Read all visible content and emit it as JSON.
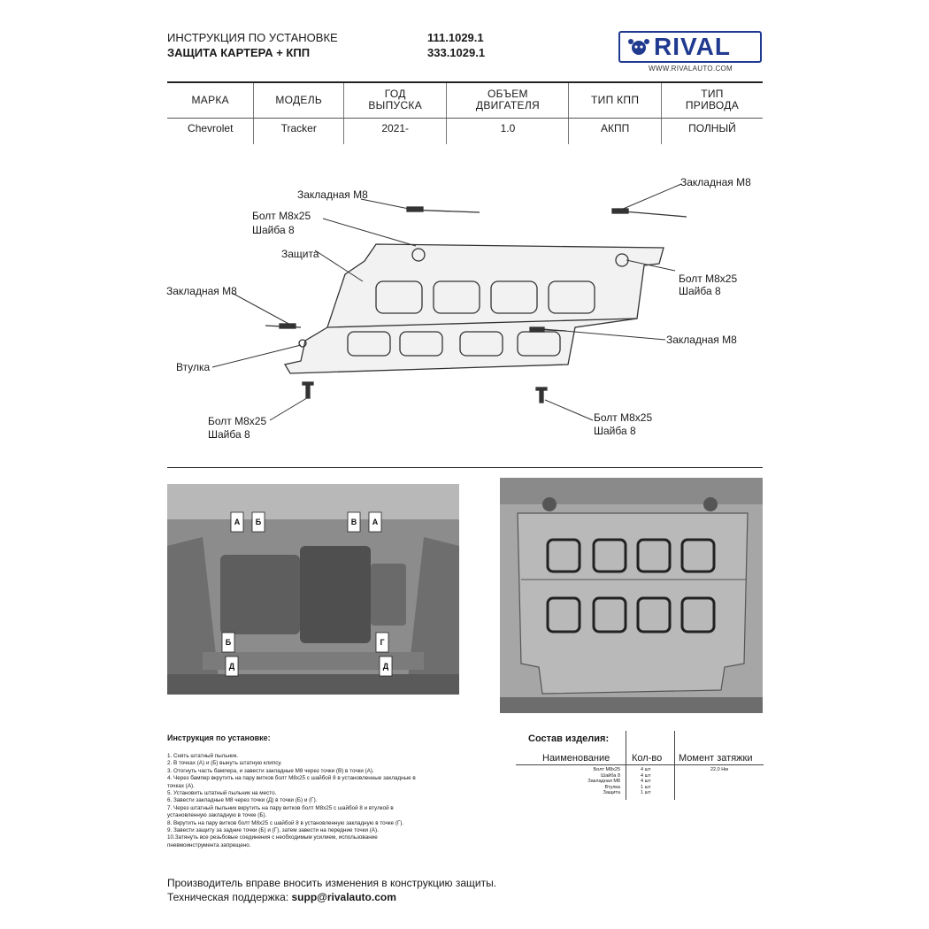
{
  "header": {
    "title_line1": "ИНСТРУКЦИЯ ПО УСТАНОВКЕ",
    "title_line2": "ЗАЩИТА КАРТЕРА + КПП",
    "code1": "111.1029.1",
    "code2": "333.1029.1"
  },
  "logo": {
    "text": "RIVAL",
    "url": "WWW.RIVALAUTO.COM",
    "color": "#1f3a8f"
  },
  "spec_table": {
    "headers": [
      {
        "line1": "МАРКА",
        "line2": ""
      },
      {
        "line1": "МОДЕЛЬ",
        "line2": ""
      },
      {
        "line1": "ГОД",
        "line2": "ВЫПУСКА"
      },
      {
        "line1": "ОБЪЕМ",
        "line2": "ДВИГАТЕЛЯ"
      },
      {
        "line1": "ТИП КПП",
        "line2": ""
      },
      {
        "line1": "ТИП",
        "line2": "ПРИВОДА"
      }
    ],
    "row": [
      "Chevrolet",
      "Tracker",
      "2021-",
      "1.0",
      "АКПП",
      "ПОЛНЫЙ"
    ]
  },
  "diagram": {
    "label_zakladnaya_top_left": "Закладная М8",
    "label_zakladnaya_top_right": "Закладная М8",
    "label_bolt_top_left_1": "Болт М8х25",
    "label_bolt_top_left_2": "Шайба 8",
    "label_zashita": "Защита",
    "label_zakladnaya_left": "Закладная М8",
    "label_bolt_right_1": "Болт М8х25",
    "label_bolt_right_2": "Шайба 8",
    "label_zakladnaya_mid_right": "Закладная М8",
    "label_vtulka": "Втулка",
    "label_bolt_bottom_left_1": "Болт М8х25",
    "label_bolt_bottom_left_2": "Шайба 8",
    "label_bolt_bottom_right_1": "Болт М8х25",
    "label_bolt_bottom_right_2": "Шайба 8"
  },
  "photo_left": {
    "markers_top": [
      "А",
      "Б",
      "В",
      "А"
    ],
    "markers_bottom": [
      "Б",
      "Г",
      "Д",
      "Д"
    ]
  },
  "instructions": {
    "title": "Инструкция по установке:",
    "steps": [
      "1. Снять штатный пыльник.",
      "2. В точках (А) и (Б) вынуть штатную клипсу.",
      "3. Отогнуть часть бампера, и завести закладные М8 через точки (В) в точки (А).",
      "4. Через бампер вкрутить на пару витков болт М8х25 с шайбой 8 в установленные закладные в",
      "   точках (А).",
      "5. Установить штатный пыльник на место.",
      "6. Завести закладные М8 через точки (Д) в точки (Б) и (Г).",
      "7. Через штатный пыльник вкрутить на пару витков болт М8х25 с шайбой 8 и втулкой в",
      "   установленную закладную в точке (Б).",
      "8. Вкрутить на пару витков болт М8х25 с шайбой 8 в установленную закладную в точке (Г).",
      "9. Завести защиту за задние точки (Б) и (Г), затем завести на передние точки (А).",
      "10.Затянуть все резьбовые соединения с необходимым усилием, использование",
      "   пневмоинструмента запрещено."
    ]
  },
  "composition": {
    "title": "Состав изделия:",
    "col_name": "Наименование",
    "col_qty": "Кол-во",
    "col_torque": "Момент затяжки",
    "names": [
      "Болт М8х25",
      "Шайба 8",
      "Закладная М8",
      "Втулка",
      "Защита"
    ],
    "qtys": [
      "4 шт",
      "4 шт",
      "4 шт",
      "1 шт",
      "1 шт"
    ],
    "torque": "22,0 Нм"
  },
  "footer": {
    "line1": "Производитель вправе вносить изменения в конструкцию защиты.",
    "line2_label": "Техническая поддержка:",
    "line2_email": "supp@rivalauto.com"
  }
}
